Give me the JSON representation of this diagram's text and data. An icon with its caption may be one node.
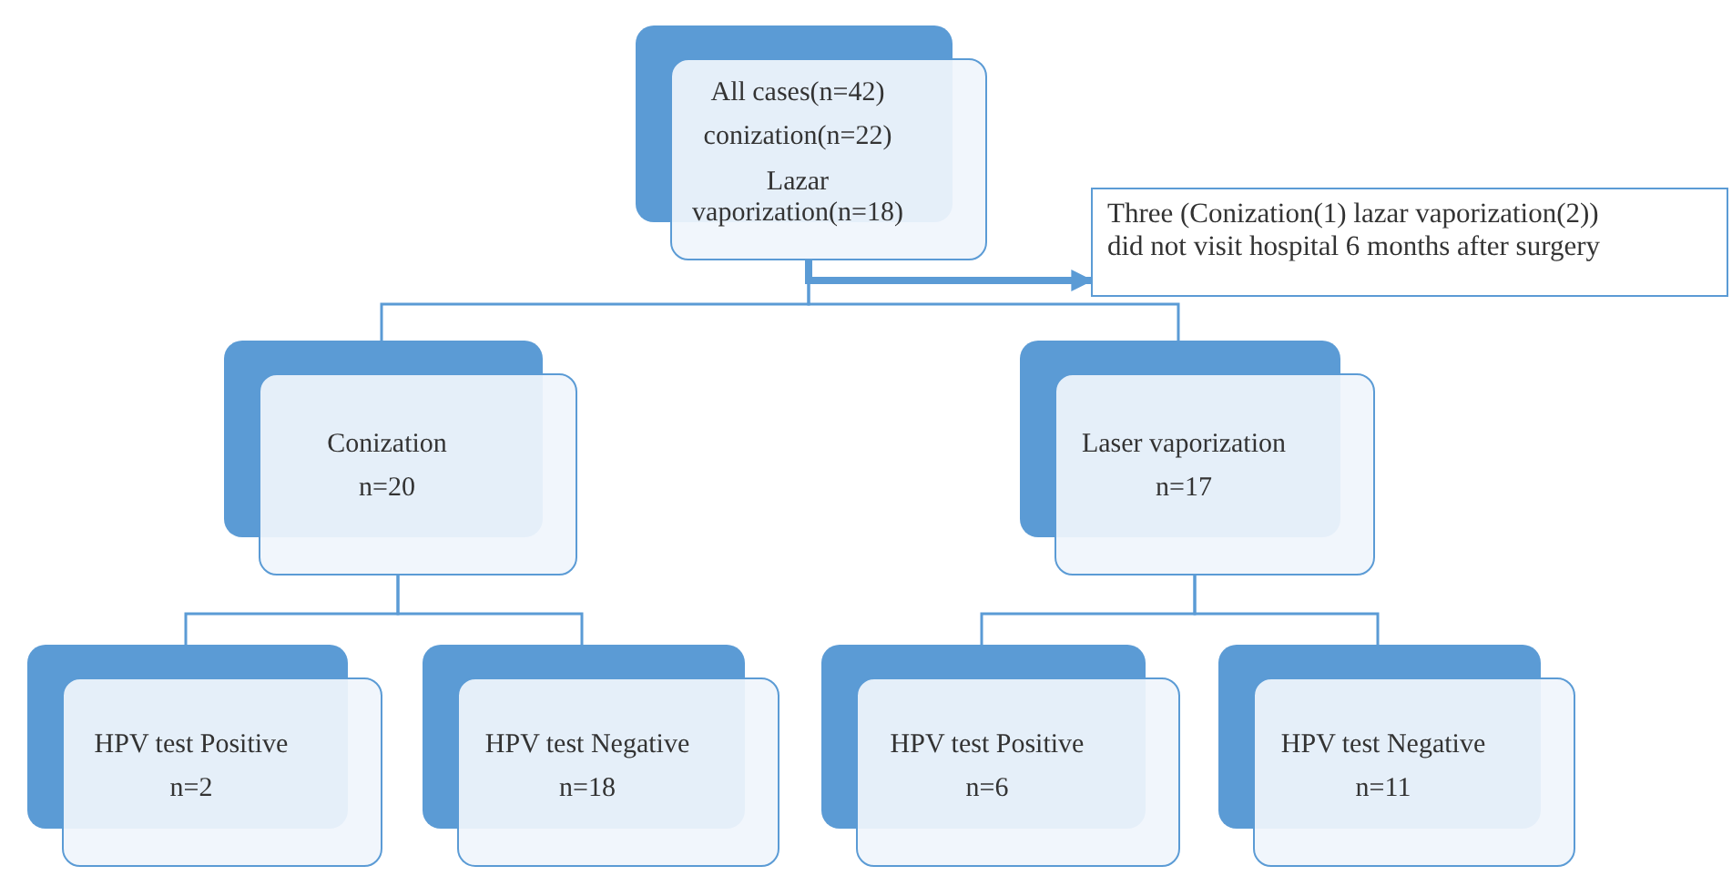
{
  "diagram": {
    "nodes": [
      {
        "text": [
          "All cases(n=42)",
          "conization(n=22)",
          "Lazar vaporization(n=18)"
        ]
      },
      {
        "text": [
          "Three (Conization(1) lazar vaporization(2)) did not visit hospital 6 months after surgery"
        ]
      },
      {
        "text": [
          "Conization",
          "n=20"
        ]
      },
      {
        "text": [
          "Laser vaporization",
          "n=17"
        ]
      },
      {
        "text": [
          "HPV test Positive",
          "n=2"
        ]
      },
      {
        "text": [
          "HPV test Negative",
          "n=18"
        ]
      },
      {
        "text": [
          "HPV test Positive",
          "n=6"
        ]
      },
      {
        "text": [
          "HPV test Negative",
          "n=11"
        ]
      }
    ],
    "edges": [
      {
        "from": 0,
        "to": 1,
        "arrow": "to",
        "style": "thick"
      },
      {
        "from": 0,
        "to": 2,
        "arrow": "none"
      },
      {
        "from": 0,
        "to": 3,
        "arrow": "none"
      },
      {
        "from": 2,
        "to": 4,
        "arrow": "none"
      },
      {
        "from": 2,
        "to": 5,
        "arrow": "none"
      },
      {
        "from": 3,
        "to": 6,
        "arrow": "none"
      },
      {
        "from": 3,
        "to": 7,
        "arrow": "none"
      }
    ]
  }
}
